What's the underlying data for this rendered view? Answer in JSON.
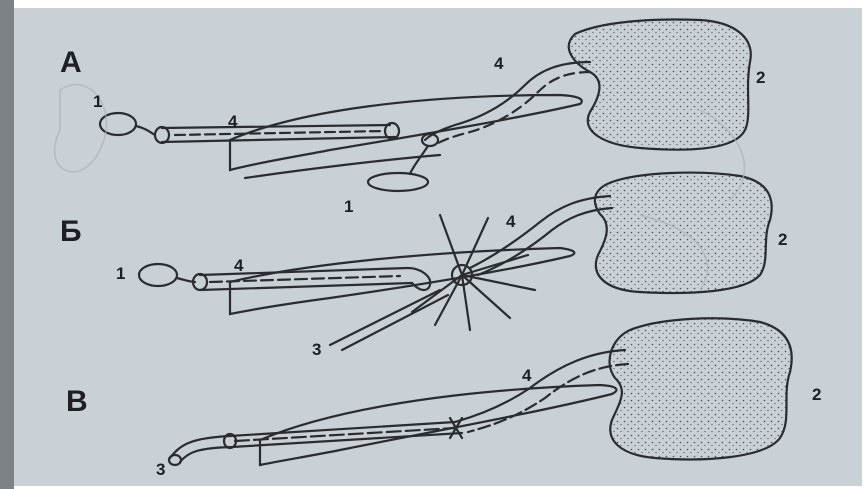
{
  "panels": [
    {
      "letter": "A",
      "labels": {
        "n1a": "1",
        "n1b": "1",
        "n2": "2",
        "n4a": "4",
        "n4b": "4"
      }
    },
    {
      "letter": "Б",
      "labels": {
        "n1": "1",
        "n2": "2",
        "n3": "3",
        "n4a": "4",
        "n4b": "4"
      }
    },
    {
      "letter": "В",
      "labels": {
        "n2": "2",
        "n3": "3",
        "n4": "4"
      }
    }
  ],
  "colors": {
    "paper": "#c9d0d6",
    "ink": "#2a2c30",
    "stipple": "#4a4d52"
  }
}
